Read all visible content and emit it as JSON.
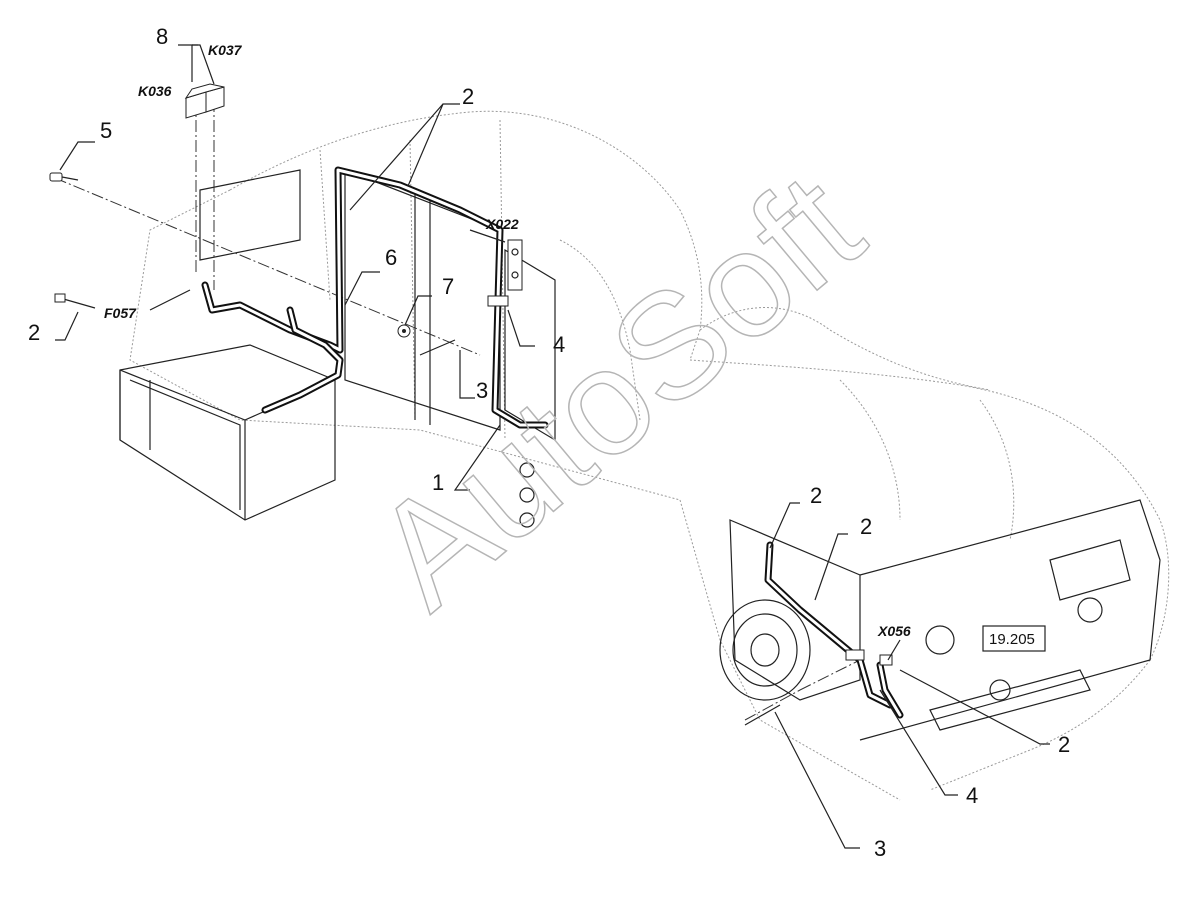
{
  "callouts": {
    "n1": "1",
    "n2a": "2",
    "n2b": "2",
    "n2c": "2",
    "n2d": "2",
    "n2e": "2",
    "n3a": "3",
    "n3b": "3",
    "n4a": "4",
    "n4b": "4",
    "n5": "5",
    "n6": "6",
    "n7": "7",
    "n8": "8"
  },
  "references": {
    "k037": "K037",
    "k036": "K036",
    "f057": "F057",
    "x022": "X022",
    "x056": "X056"
  },
  "page_reference": "19.205",
  "watermark": "AutoSoft"
}
